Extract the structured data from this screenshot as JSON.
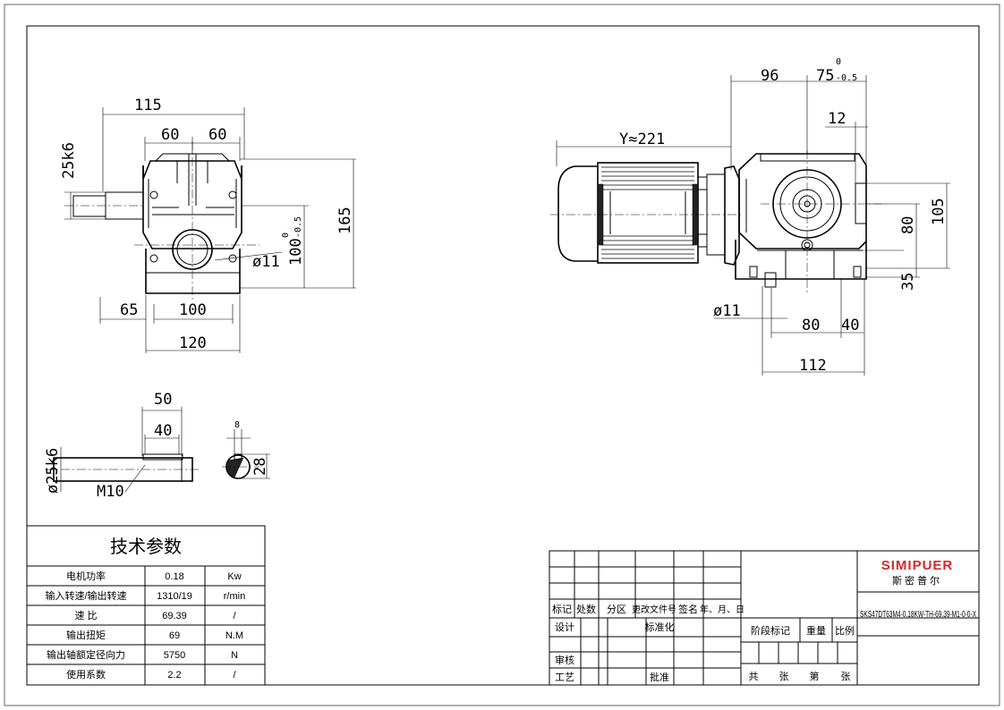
{
  "dimensions": {
    "front": {
      "w115": "115",
      "w60a": "60",
      "w60b": "60",
      "shaft": "25k6",
      "h165": "165",
      "h100": "100",
      "h100_tol_top": "0",
      "h100_tol_bot": "-0.5",
      "hole": "ø11",
      "w65": "65",
      "w100": "100",
      "w120": "120"
    },
    "side": {
      "w96": "96",
      "w75": "75",
      "w75_tol_top": "0",
      "w75_tol_bot": "-0.5",
      "motor_len": "Y≈221",
      "w12": "12",
      "h105": "105",
      "h80": "80",
      "h35": "35",
      "hole": "ø11",
      "w80": "80",
      "w40": "40",
      "w112": "112"
    },
    "shaft_detail": {
      "w50": "50",
      "w40": "40",
      "diameter": "ø25k6",
      "thread": "M10",
      "key_width": "8",
      "key_height": "28"
    }
  },
  "tech_params": {
    "title": "技术参数",
    "rows": [
      {
        "label": "电机功率",
        "value": "0.18",
        "unit": "Kw"
      },
      {
        "label": "输入转速/输出转速",
        "value": "1310/19",
        "unit": "r/min"
      },
      {
        "label": "速  比",
        "value": "69.39",
        "unit": "/"
      },
      {
        "label": "输出扭矩",
        "value": "69",
        "unit": "N.M"
      },
      {
        "label": "输出轴额定径向力",
        "value": "5750",
        "unit": "N"
      },
      {
        "label": "使用系数",
        "value": "2.2",
        "unit": "/"
      }
    ]
  },
  "title_block": {
    "rev_headers": [
      "标记",
      "处数",
      "分区",
      "更改文件号",
      "签名",
      "年、月、日"
    ],
    "design": "设计",
    "standardize": "标准化",
    "review": "审核",
    "process": "工艺",
    "approve": "批准",
    "stage_mark": "阶段标记",
    "weight": "重量",
    "scale": "比例",
    "sheets_total": "共",
    "sheets_unit": "张",
    "sheet_no": "第",
    "sheet_unit": "张",
    "company_en": "SIMIPUER",
    "company_cn": "斯密普尔",
    "model": "SKS47DT63M4-0.18KW-TH-69.39-M1-0-0-X",
    "brand_color": "#d62828"
  }
}
